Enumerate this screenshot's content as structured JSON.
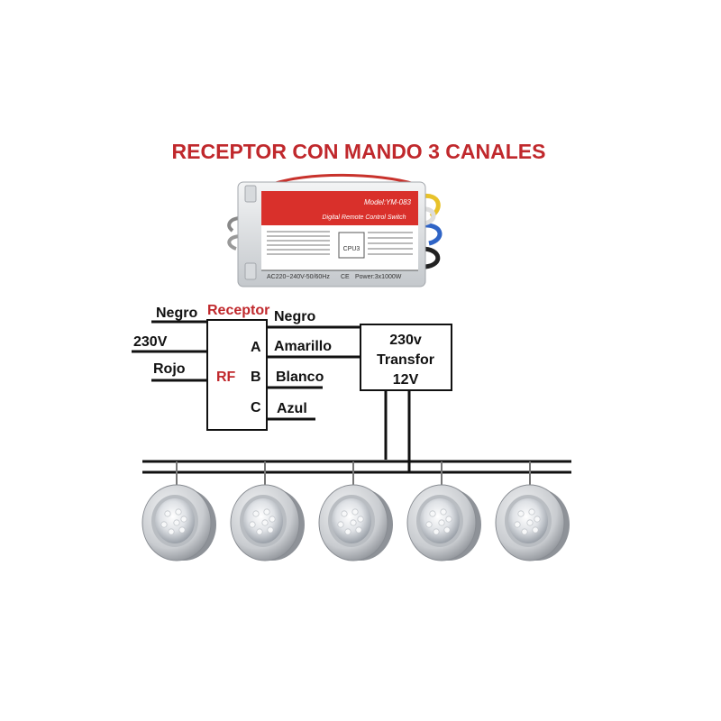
{
  "title": "RECEPTOR CON MANDO 3 CANALES",
  "module": {
    "model": "Model:YM-083",
    "subtitle": "Digital Remote Control Switch",
    "rating": "AC220~240V-50/60Hz",
    "ce": "CE",
    "power": "Power:3x1000W",
    "chip_label": "CPU3"
  },
  "input": {
    "negro": "Negro",
    "voltage": "230V",
    "rojo": "Rojo"
  },
  "receptor": {
    "title": "Receptor",
    "rf": "RF",
    "channel_a": "A",
    "channel_b": "B",
    "channel_c": "C"
  },
  "outputs": {
    "negro": "Negro",
    "amarillo": "Amarillo",
    "blanco": "Blanco",
    "azul": "Azul"
  },
  "transformer": {
    "line1": "230v",
    "line2": "Transfor",
    "line3": "12V"
  },
  "colors": {
    "accent_red": "#c0282c",
    "wire": "#111111",
    "module_body": "#e8eaec",
    "module_label": "#d9302b"
  },
  "lamps": {
    "count": 5
  }
}
